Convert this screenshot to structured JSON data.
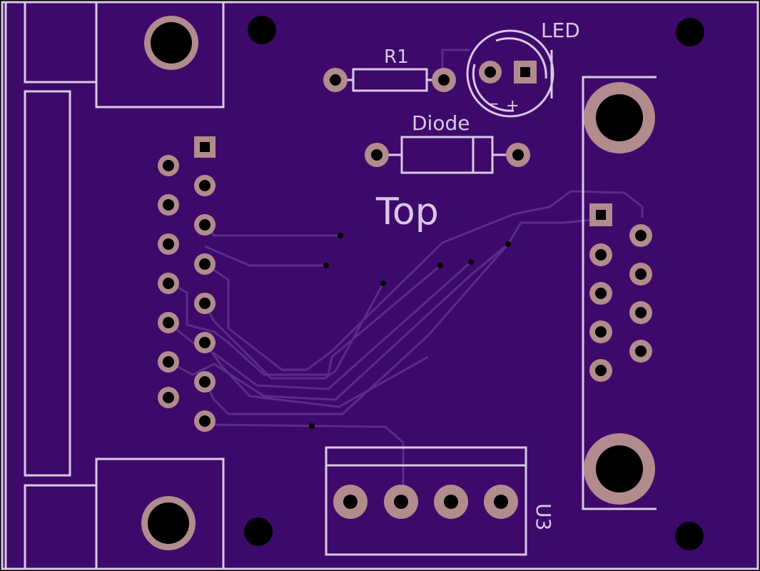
{
  "board": {
    "colors": {
      "substrate": "#3d0a6b",
      "silkscreen": "#d9c8e6",
      "copper": "#b28b8d",
      "trace": "#5b2d8a",
      "hole": "#000000"
    },
    "labels": {
      "top": "Top",
      "r1": "R1",
      "led": "LED",
      "diode": "Diode",
      "u3": "U3",
      "led_minus": "−",
      "led_plus": "+"
    }
  }
}
